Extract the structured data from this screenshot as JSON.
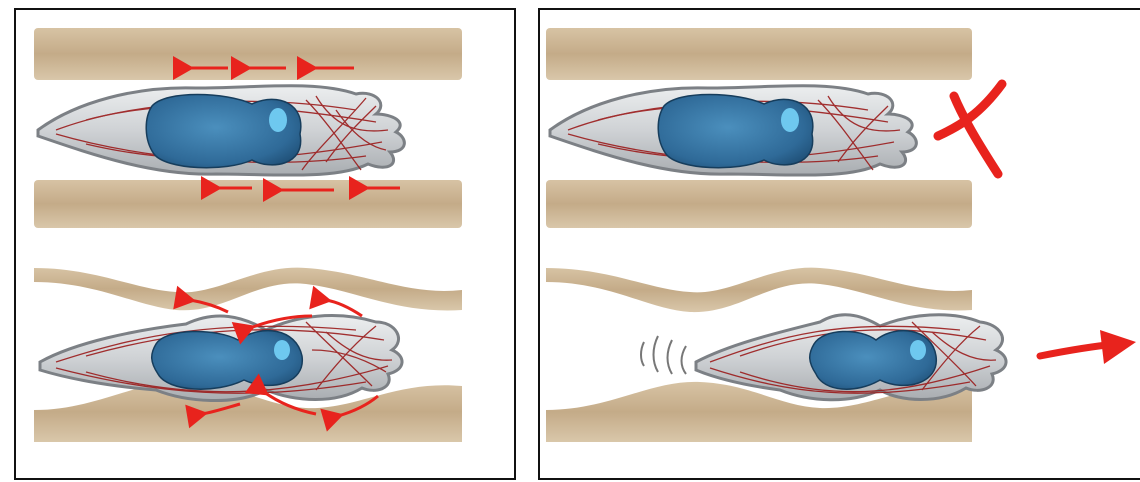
{
  "figure": {
    "panels": [
      {
        "id": "left",
        "scenarios": [
          "straight-channel-cell",
          "undulating-channel-cell"
        ]
      },
      {
        "id": "right",
        "scenarios": [
          "straight-channel-cell-blocked",
          "undulating-channel-cell-migrating"
        ]
      }
    ],
    "symbols": {
      "blocked": "x-mark-icon",
      "migration": "arrow-right-icon",
      "force": "arrow-left-icon"
    },
    "colors": {
      "channel_wall": "#c9b394",
      "channel_wall_dark": "#a58c6c",
      "nucleus": "#3a78a6",
      "nucleus_dark": "#1f4f77",
      "nucleus_highlight": "#6ec8ef",
      "cytoplasm": "#d8dadc",
      "membrane": "#8e9296",
      "actin": "#9b1c1c",
      "arrow": "#e8231d"
    }
  }
}
